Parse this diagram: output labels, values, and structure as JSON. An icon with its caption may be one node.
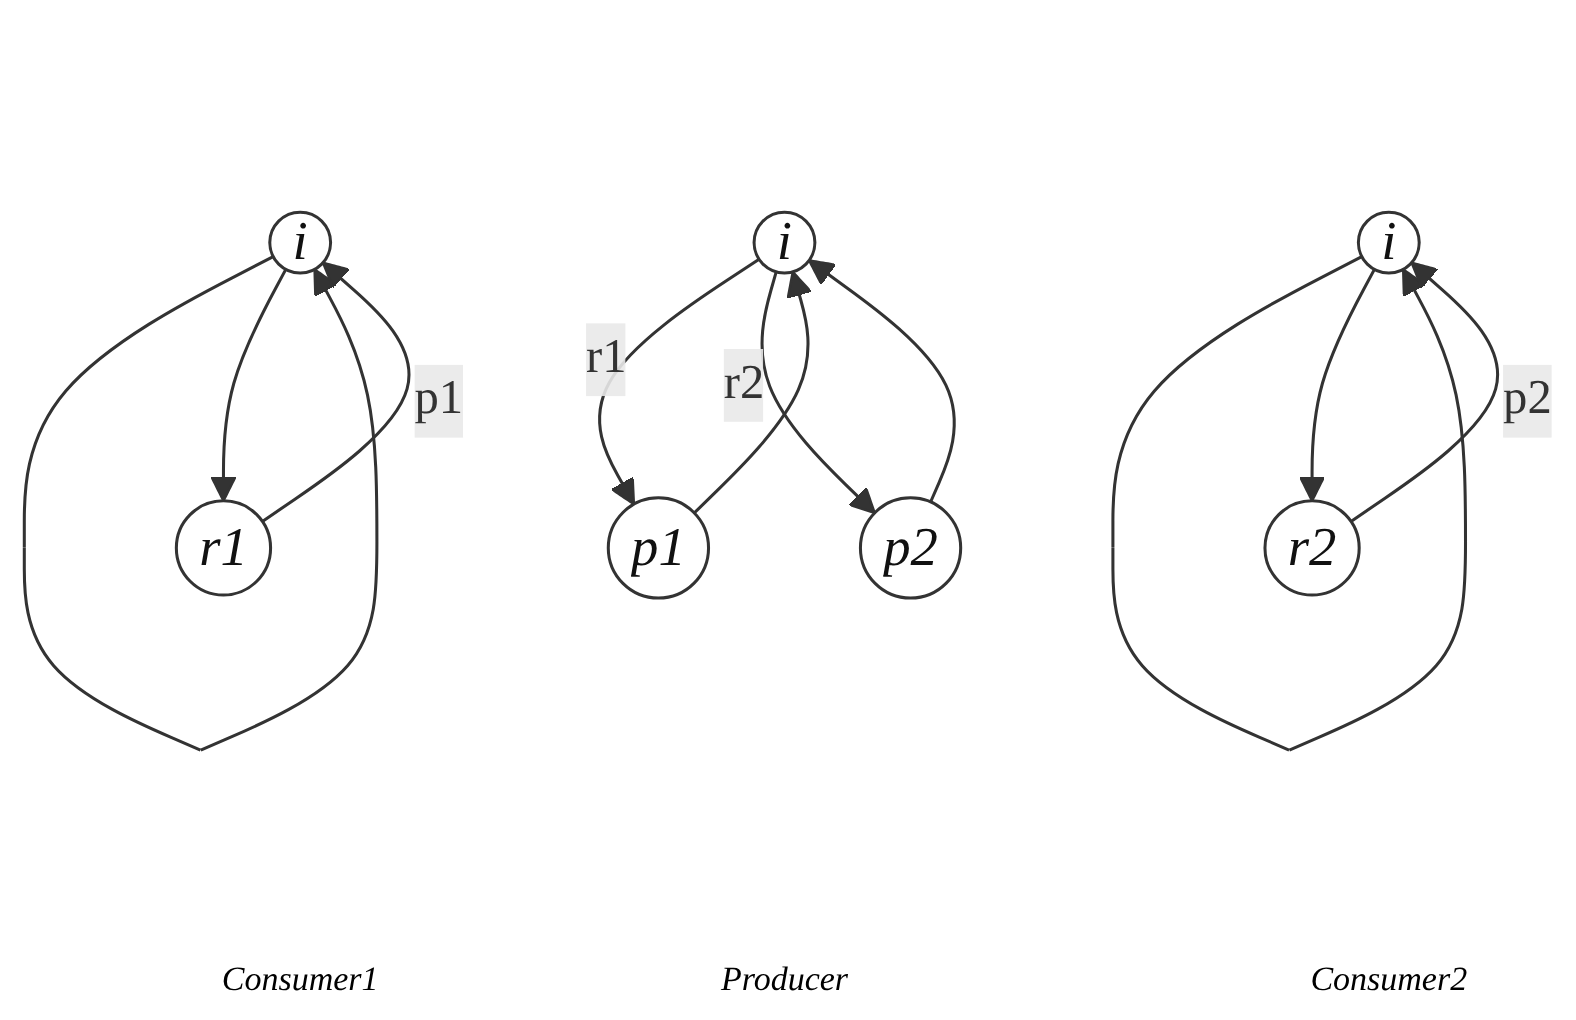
{
  "diagram": {
    "nodes": [
      {
        "text": [
          "i"
        ]
      },
      {
        "text": [
          "r1"
        ]
      },
      {
        "text": [
          "i"
        ]
      },
      {
        "text": [
          "r2"
        ]
      },
      {
        "text": [
          "i"
        ]
      },
      {
        "text": [
          "p1"
        ]
      },
      {
        "text": [
          "p2"
        ]
      }
    ],
    "edges": [
      {
        "from": 0,
        "to": 0,
        "arrow": "to"
      },
      {
        "from": 0,
        "to": 1,
        "arrow": "to"
      },
      {
        "from": 1,
        "to": 0,
        "arrow": "to",
        "label": "p1"
      },
      {
        "from": 2,
        "to": 2,
        "arrow": "to"
      },
      {
        "from": 2,
        "to": 3,
        "arrow": "to"
      },
      {
        "from": 3,
        "to": 2,
        "arrow": "to",
        "label": "p2"
      },
      {
        "from": 4,
        "to": 5,
        "arrow": "to",
        "label": "r1"
      },
      {
        "from": 5,
        "to": 4,
        "arrow": "to"
      },
      {
        "from": 4,
        "to": 6,
        "arrow": "to",
        "label": "r2"
      },
      {
        "from": 6,
        "to": 4,
        "arrow": "to"
      }
    ],
    "labels": [
      "Consumer1",
      "Consumer2",
      "Producer"
    ]
  }
}
